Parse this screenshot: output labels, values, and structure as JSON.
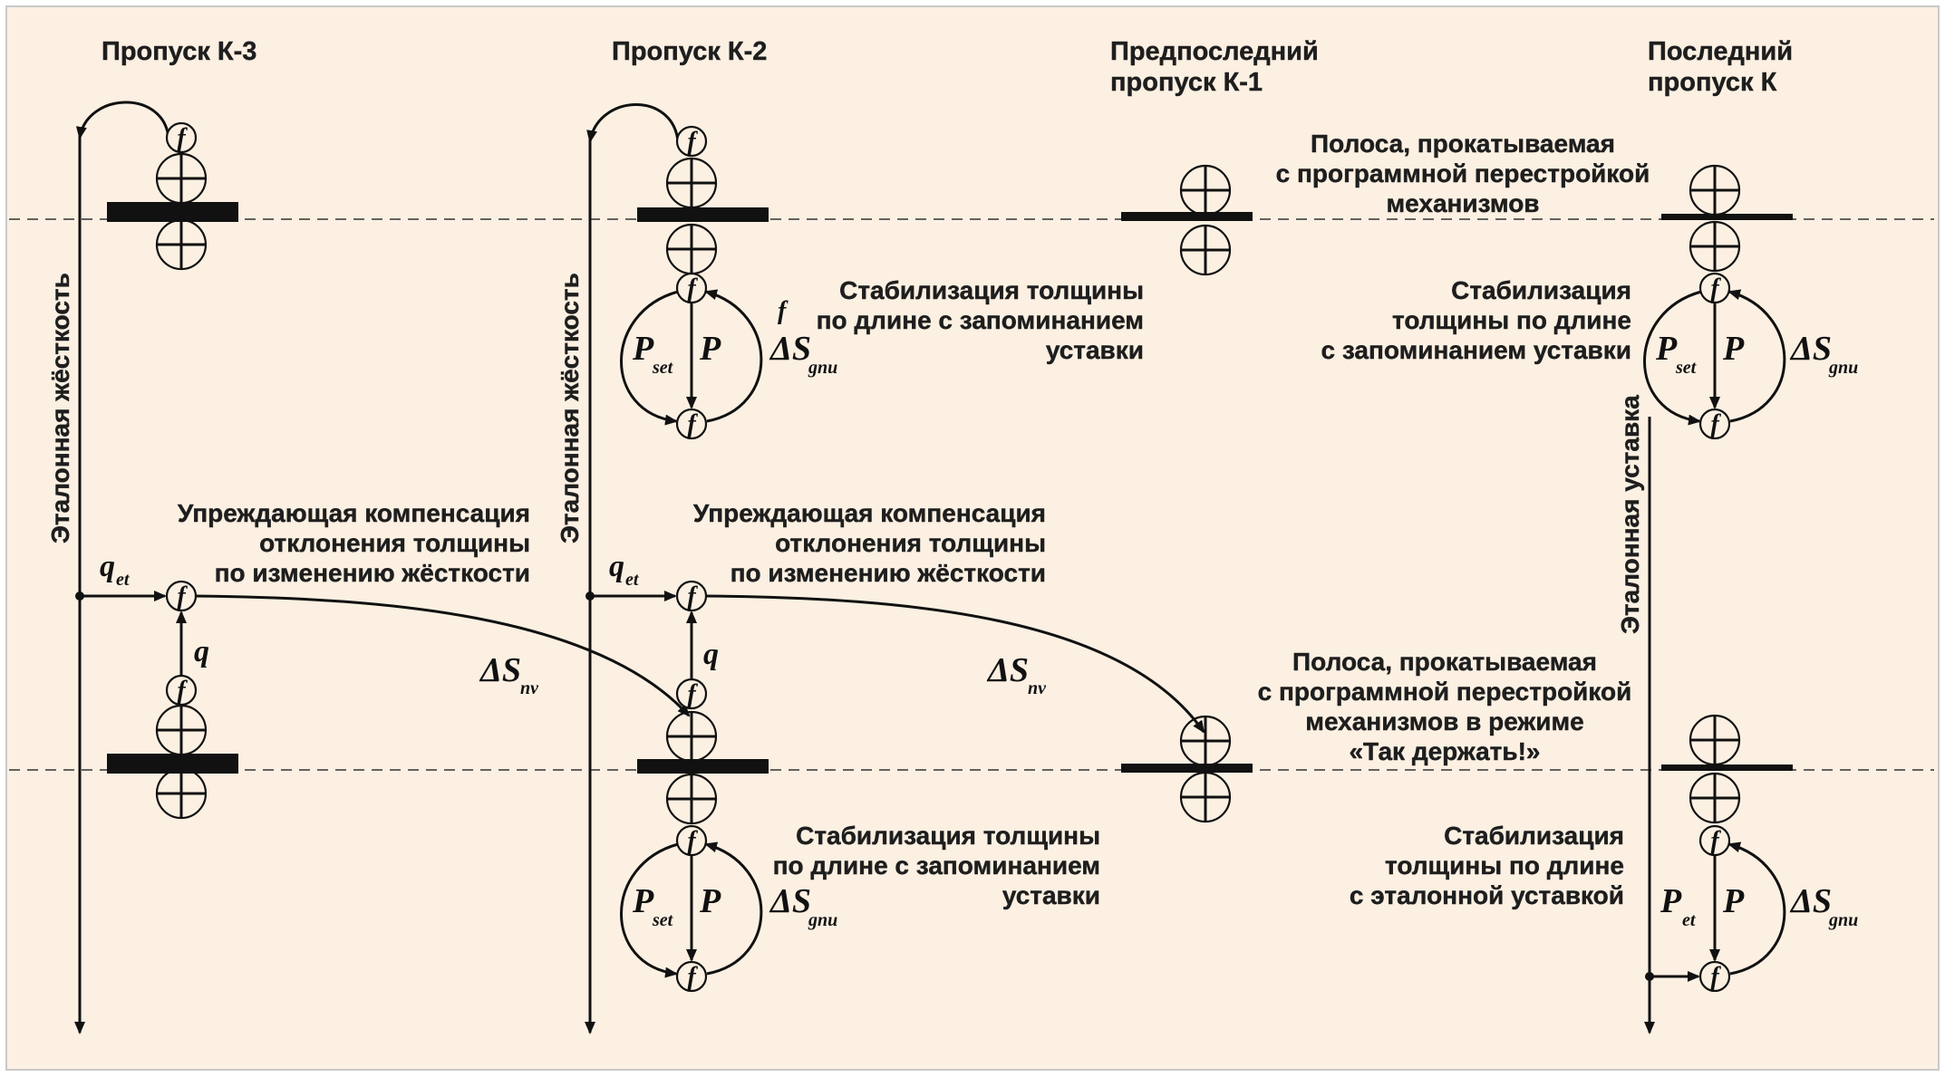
{
  "columns": [
    {
      "header_lines": [
        "Пропуск К-3"
      ]
    },
    {
      "header_lines": [
        "Пропуск К-2"
      ]
    },
    {
      "header_lines": [
        "Предпоследний",
        "пропуск К-1"
      ]
    },
    {
      "header_lines": [
        "Последний",
        "пропуск К"
      ]
    }
  ],
  "vertical_labels": {
    "stiffness_a": "Эталонная жёсткость",
    "stiffness_b": "Эталонная жёсткость",
    "setpoint": "Эталонная уставка"
  },
  "notes": {
    "strip_top": [
      "Полоса, прокатываемая",
      "с программной перестройкой",
      "механизмов"
    ],
    "strip_bottom": [
      "Полоса, прокатываемая",
      "с программной перестройкой",
      "механизмов в режиме",
      "«Так держать!»"
    ],
    "stab_k2_top": [
      "Стабилизация толщины",
      "по длине с запоминанием",
      "уставки"
    ],
    "stab_k_top": [
      "Стабилизация",
      "толщины по длине",
      "с запоминанием уставки"
    ],
    "ff_k3": [
      "Упреждающая компенсация",
      "отклонения толщины",
      "по изменению жёсткости"
    ],
    "ff_k2": [
      "Упреждающая компенсация",
      "отклонения толщины",
      "по изменению жёсткости"
    ],
    "stab_k2_bottom": [
      "Стабилизация толщины",
      "по длине с запоминанием",
      "уставки"
    ],
    "stab_k_bottom": [
      "Стабилизация",
      "толщины по длине",
      "с эталонной уставкой"
    ]
  },
  "symbols": {
    "f": "f",
    "P": "P",
    "q": "q",
    "q_et_main": "q",
    "q_et_sub": "et",
    "dS": "ΔS",
    "nv": "nv",
    "gnu": "gnu",
    "set": "set",
    "et": "et"
  },
  "colors": {
    "background": "#fbf0e2",
    "ink": "#111111"
  }
}
